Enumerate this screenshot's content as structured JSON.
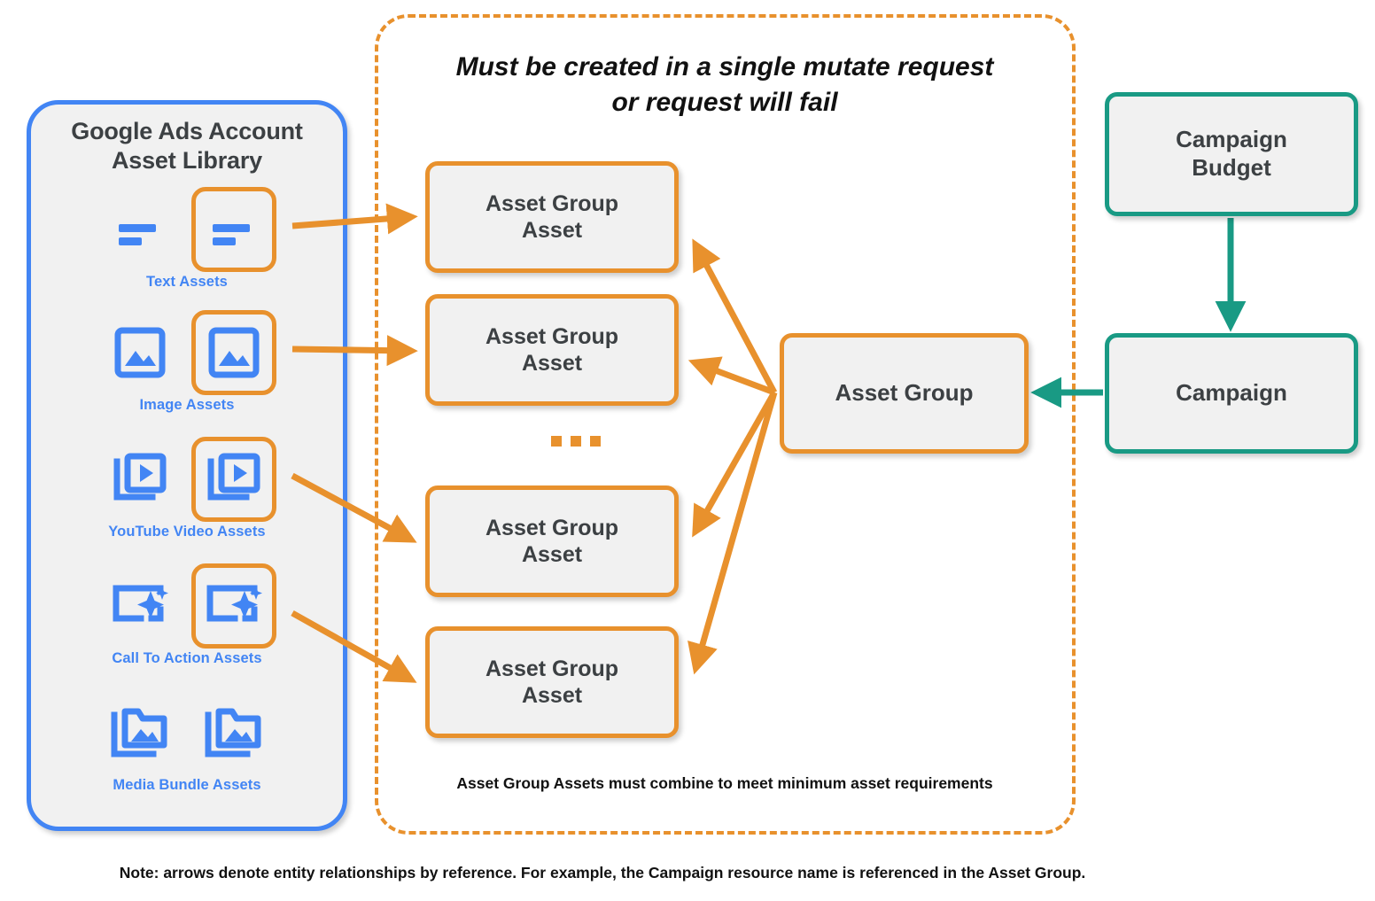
{
  "asset_library": {
    "title_line1": "Google Ads Account",
    "title_line2": "Asset Library",
    "border_color": "#4285f4",
    "items": [
      {
        "caption": "Text Assets",
        "icon": "text-asset-icon",
        "highlighted": true
      },
      {
        "caption": "Image Assets",
        "icon": "image-asset-icon",
        "highlighted": true
      },
      {
        "caption": "YouTube Video  Assets",
        "icon": "youtube-video-asset-icon",
        "highlighted": true
      },
      {
        "caption": "Call To Action Assets",
        "icon": "call-to-action-asset-icon",
        "highlighted": true
      },
      {
        "caption": "Media Bundle  Assets",
        "icon": "media-bundle-asset-icon",
        "highlighted": false
      }
    ]
  },
  "mutate_region": {
    "title_line1": "Must be created in a single mutate request",
    "title_line2": "or request will fail",
    "footnote": "Asset Group Assets must combine to meet minimum asset requirements",
    "border_color": "#e8912d",
    "border_style": "dashed"
  },
  "nodes": {
    "asset_group_assets": [
      {
        "line1": "Asset Group",
        "line2": "Asset"
      },
      {
        "line1": "Asset Group",
        "line2": "Asset"
      },
      {
        "line1": "Asset Group",
        "line2": "Asset"
      },
      {
        "line1": "Asset Group",
        "line2": "Asset"
      }
    ],
    "ellipsis": "...",
    "asset_group": {
      "label": "Asset Group",
      "color": "#e8912d"
    },
    "campaign_budget": {
      "line1": "Campaign",
      "line2": "Budget",
      "color": "#199a84"
    },
    "campaign": {
      "label": "Campaign",
      "color": "#199a84"
    }
  },
  "note": "Note: arrows denote entity relationships by reference. For example, the Campaign resource name is referenced in the Asset Group.",
  "colors": {
    "orange": "#e8912d",
    "teal": "#199a84",
    "blue": "#4285f4",
    "node_fill": "#f1f1f1",
    "text": "#3c4043"
  }
}
